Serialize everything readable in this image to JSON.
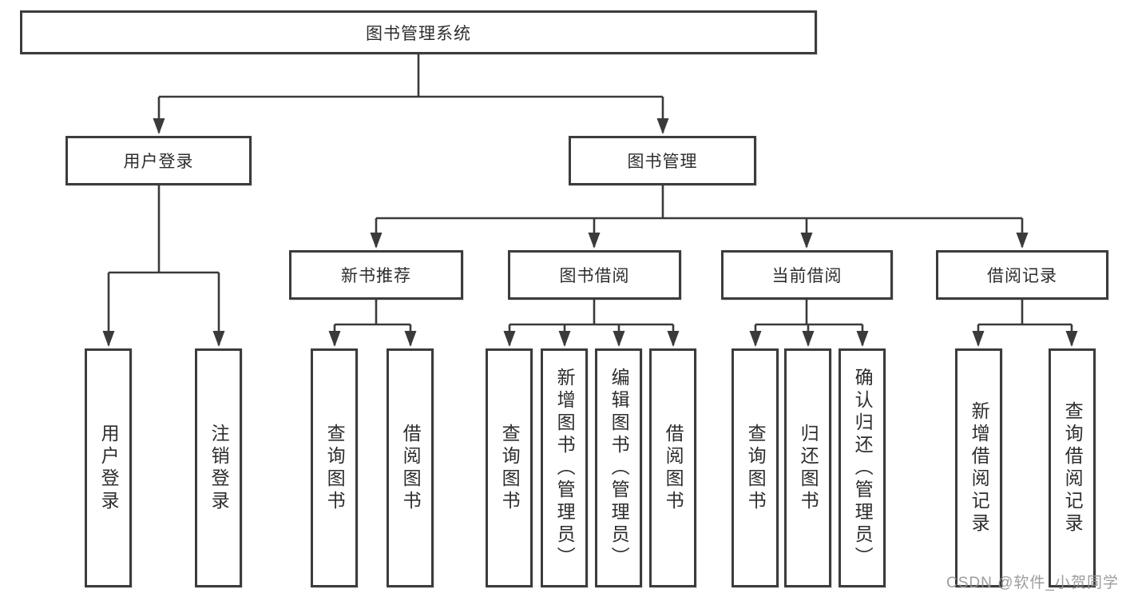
{
  "diagram": {
    "nodes": {
      "root": {
        "label": "图书管理系统"
      },
      "level2": [
        {
          "label": "用户登录"
        },
        {
          "label": "图书管理"
        }
      ],
      "level3": [
        {
          "label": "新书推荐"
        },
        {
          "label": "图书借阅"
        },
        {
          "label": "当前借阅"
        },
        {
          "label": "借阅记录"
        }
      ],
      "leaves": {
        "user_login": [
          {
            "label": "用户登录"
          },
          {
            "label": "注销登录"
          }
        ],
        "new_book_recommend": [
          {
            "label": "查询图书"
          },
          {
            "label": "借阅图书"
          }
        ],
        "book_borrowing": [
          {
            "label": "查询图书"
          },
          {
            "label": "新增图书（管理员）"
          },
          {
            "label": "编辑图书（管理员）"
          },
          {
            "label": "借阅图书"
          }
        ],
        "current_borrowing": [
          {
            "label": "查询图书"
          },
          {
            "label": "归还图书"
          },
          {
            "label": "确认归还（管理员）"
          }
        ],
        "borrow_records": [
          {
            "label": "新增借阅记录"
          },
          {
            "label": "查询借阅记录"
          }
        ]
      }
    },
    "colors": {
      "line": "#3a3a3a",
      "box_border": "#3c3c3c",
      "text": "#2d2d2d",
      "background": "#ffffff",
      "watermark": "#919191"
    }
  },
  "watermark": {
    "text": "CSDN @软件_小贺同学"
  }
}
